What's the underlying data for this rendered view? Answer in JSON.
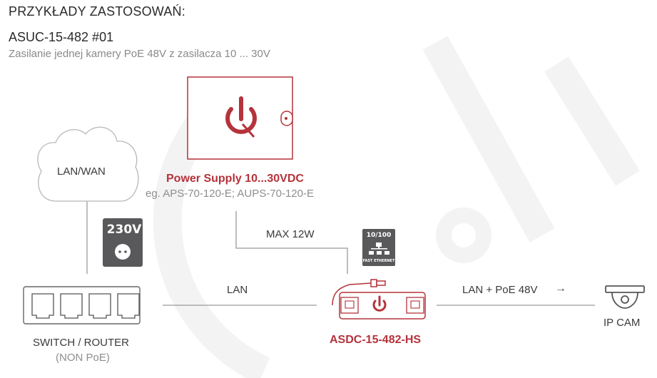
{
  "header": {
    "heading": "PRZYKŁADY ZASTOSOWAŃ:",
    "model": "ASUC-15-482 #01",
    "description": "Zasilanie jednej kamery PoE 48V z zasilacza 10 ... 30V"
  },
  "nodes": {
    "cloud_label": "LAN/WAN",
    "power_supply_title": "Power Supply 10...30VDC",
    "power_supply_examples": "eg. APS-70-120-E; AUPS-70-120-E",
    "mains_badge": "230V",
    "ethernet_badge_speed": "10/100",
    "ethernet_badge_text": "FAST ETHERNET",
    "switch_label": "SWITCH / ROUTER",
    "switch_sublabel": "(NON PoE)",
    "converter_label": "ASDC-15-482-HS",
    "camera_label": "IP CAM"
  },
  "links": {
    "power_link": "MAX 12W",
    "lan_link": "LAN",
    "poe_link": "LAN +  PoE 48V",
    "poe_arrow": "→"
  },
  "colors": {
    "brand_red": "#b5333b",
    "badge_gray": "#59595b",
    "line_gray": "#9a9a9a"
  }
}
